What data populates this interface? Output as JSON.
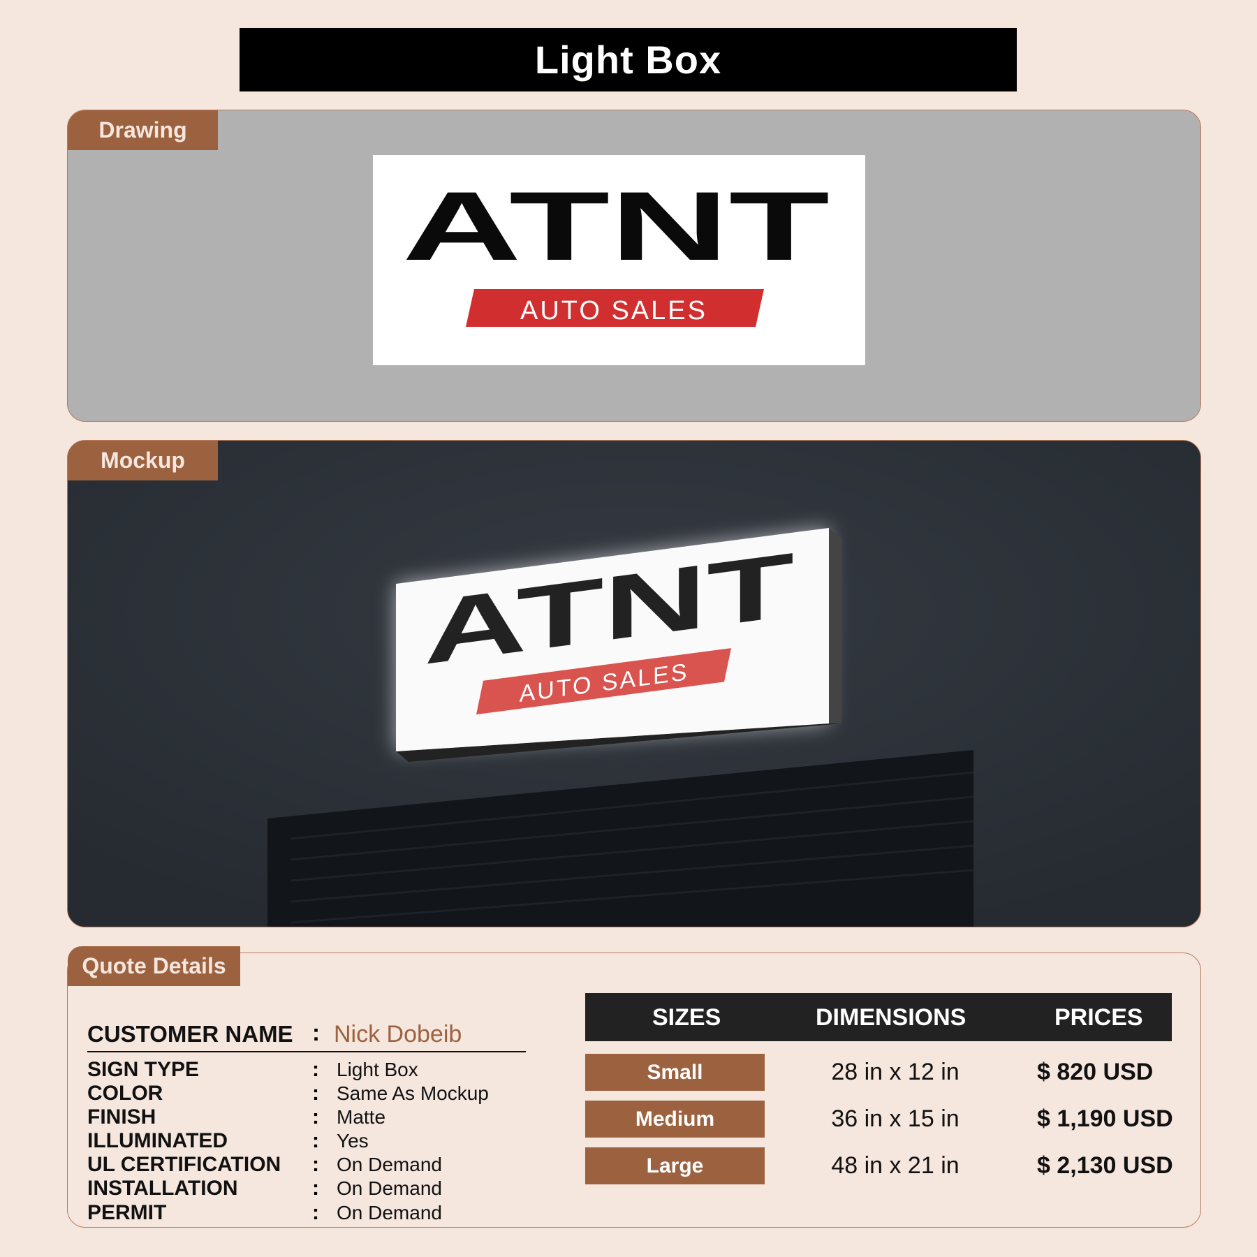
{
  "title": "Light Box",
  "drawing": {
    "tab": "Drawing",
    "logo_main": "ATNT",
    "logo_sub": "AUTO SALES"
  },
  "mockup": {
    "tab": "Mockup",
    "logo_main": "ATNT",
    "logo_sub": "AUTO SALES"
  },
  "quote": {
    "tab": "Quote Details",
    "customer_label": "CUSTOMER NAME",
    "customer_name": "Nick Dobeib",
    "colon": ":",
    "fields": [
      {
        "label": "SIGN TYPE",
        "value": "Light Box"
      },
      {
        "label": "COLOR",
        "value": "Same As Mockup"
      },
      {
        "label": "FINISH",
        "value": "Matte"
      },
      {
        "label": "ILLUMINATED",
        "value": "Yes"
      },
      {
        "label": "UL CERTIFICATION",
        "value": "On Demand"
      },
      {
        "label": "INSTALLATION",
        "value": "On Demand"
      },
      {
        "label": "PERMIT",
        "value": "On Demand"
      }
    ],
    "table": {
      "headers": [
        "SIZES",
        "DIMENSIONS",
        "PRICES"
      ],
      "rows": [
        {
          "size": "Small",
          "dimensions": "28 in x 12 in",
          "price": "$ 820 USD"
        },
        {
          "size": "Medium",
          "dimensions": "36 in x 15 in",
          "price": "$ 1,190 USD"
        },
        {
          "size": "Large",
          "dimensions": "48 in x 21 in",
          "price": "$ 2,130 USD"
        }
      ]
    }
  },
  "colors": {
    "accent": "#9c6240",
    "background": "#f5e6de",
    "logo_red": "#d12f2f"
  }
}
